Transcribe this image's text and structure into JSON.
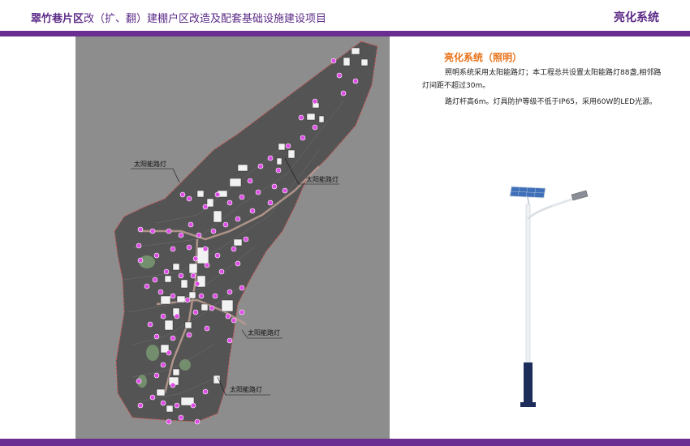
{
  "header": {
    "title_strong": "翠竹巷片区",
    "title_rest": "改（扩、翻）建棚户区改造及配套基础设施建设项目",
    "section": "亮化系统"
  },
  "colors": {
    "brand": "#6a2d91",
    "accent": "#e8731a",
    "lamp_marker": "#e04ce6"
  },
  "content": {
    "subtitle": "亮化系统（照明）",
    "paragraph1": "照明系统采用太阳能路灯；本工程总共设置太阳能路灯88盏,相邻路灯间距不超过30m。",
    "paragraph2": "路灯杆高6m。灯具防护等级不低于IP65，采用60W的LED光源。"
  },
  "map": {
    "callouts": [
      "太阳能路灯",
      "太阳能路灯",
      "太阳能路灯",
      "太阳能路灯"
    ]
  }
}
